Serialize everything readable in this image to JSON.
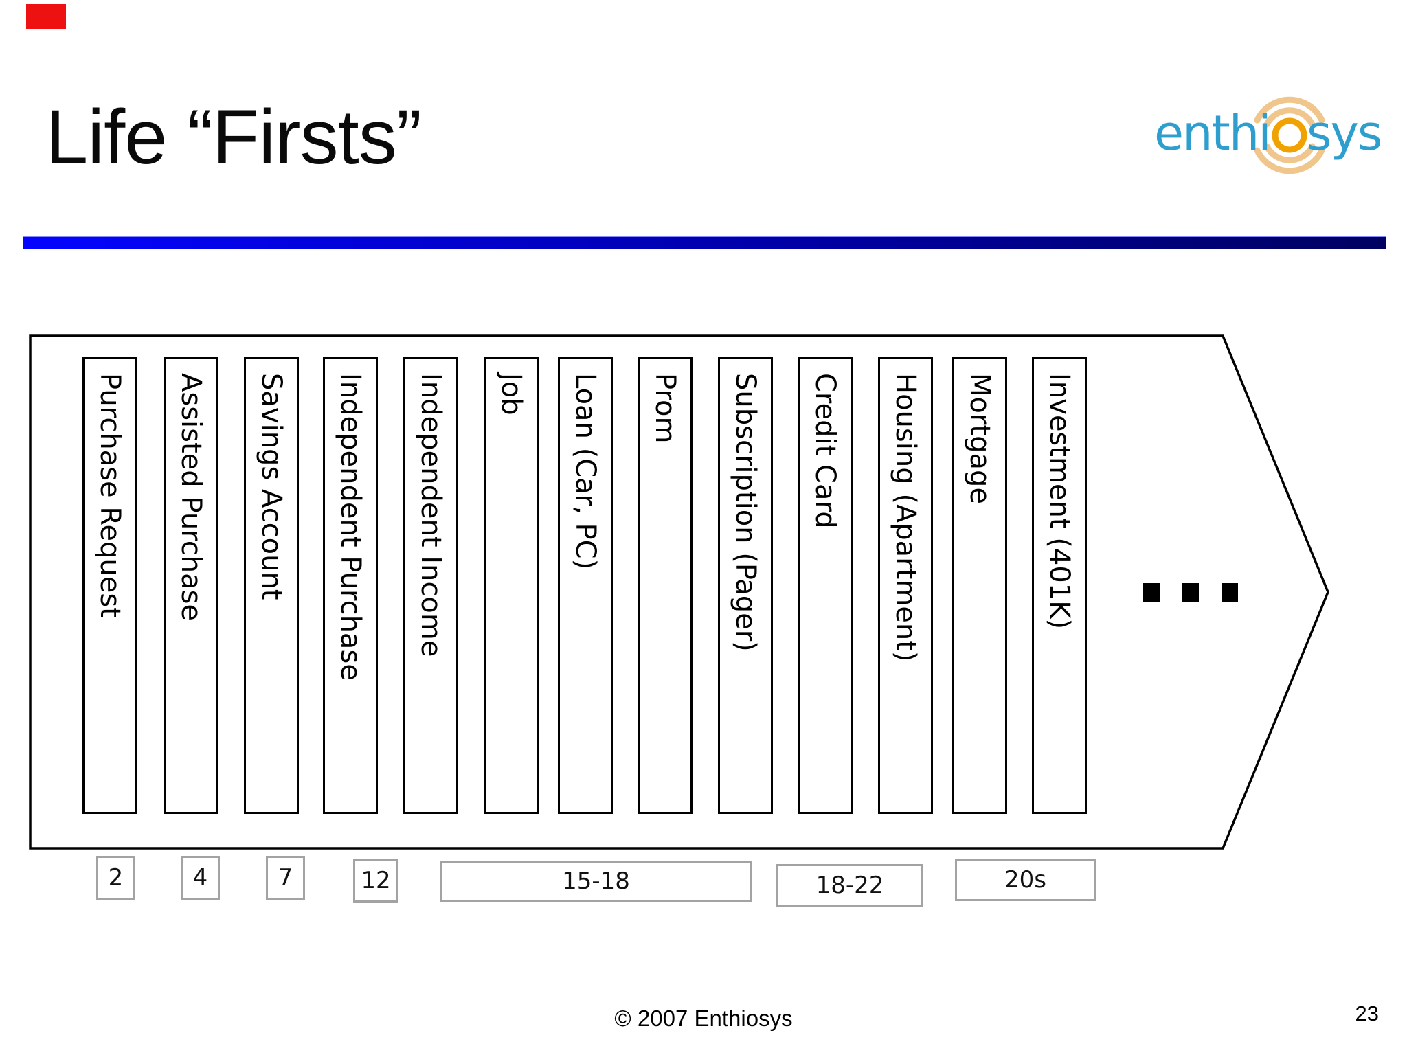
{
  "slide": {
    "title": "Life “Firsts”",
    "footer": "© 2007 Enthiosys",
    "page_number": "23"
  },
  "red_marker": {
    "color": "#ee1111"
  },
  "logo": {
    "name": "enthiosys",
    "text_before_o": "enthi",
    "text_after_o": "sys",
    "colors": {
      "text": "#2e9ecf",
      "o_ring": "#f0a202",
      "arcs": "#f1c68c"
    }
  },
  "divider": {
    "gradient_left": "#0404ff",
    "gradient_right": "#000060"
  },
  "timeline": {
    "ellipsis_dots": 3,
    "milestones": [
      {
        "label": "Purchase Request"
      },
      {
        "label": "Assisted Purchase"
      },
      {
        "label": "Savings Account"
      },
      {
        "label": "Independent Purchase"
      },
      {
        "label": "Independent Income"
      },
      {
        "label": "Job"
      },
      {
        "label": "Loan (Car, PC)"
      },
      {
        "label": "Prom"
      },
      {
        "label": "Subscription (Pager)"
      },
      {
        "label": "Credit Card"
      },
      {
        "label": "Housing (Apartment)"
      },
      {
        "label": "Mortgage"
      },
      {
        "label": "Investment (401K)"
      }
    ],
    "age_markers": [
      {
        "label": "2"
      },
      {
        "label": "4"
      },
      {
        "label": "7"
      },
      {
        "label": "12"
      },
      {
        "label": "15-18"
      },
      {
        "label": "18-22"
      },
      {
        "label": "20s"
      }
    ]
  }
}
